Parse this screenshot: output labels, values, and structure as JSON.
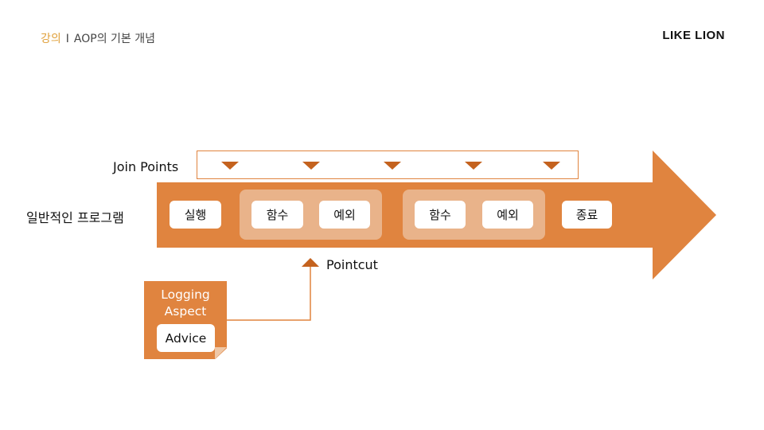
{
  "header": {
    "course": "강의",
    "separator": "I",
    "title": "AOP의 기본 개념",
    "brand": "LIKE LION"
  },
  "labels": {
    "join_points": "Join Points",
    "program": "일반적인 프로그램",
    "pointcut": "Pointcut"
  },
  "flow": {
    "run": "실행",
    "group1": {
      "function": "함수",
      "exception": "예외"
    },
    "group2": {
      "function": "함수",
      "exception": "예외"
    },
    "end": "종료"
  },
  "aspect": {
    "title_line1": "Logging",
    "title_line2": "Aspect",
    "advice": "Advice"
  },
  "colors": {
    "arrow": "#E0843F",
    "group_bg": "#E9B38A",
    "marker": "#C4621E",
    "course_accent": "#E0A03A"
  }
}
